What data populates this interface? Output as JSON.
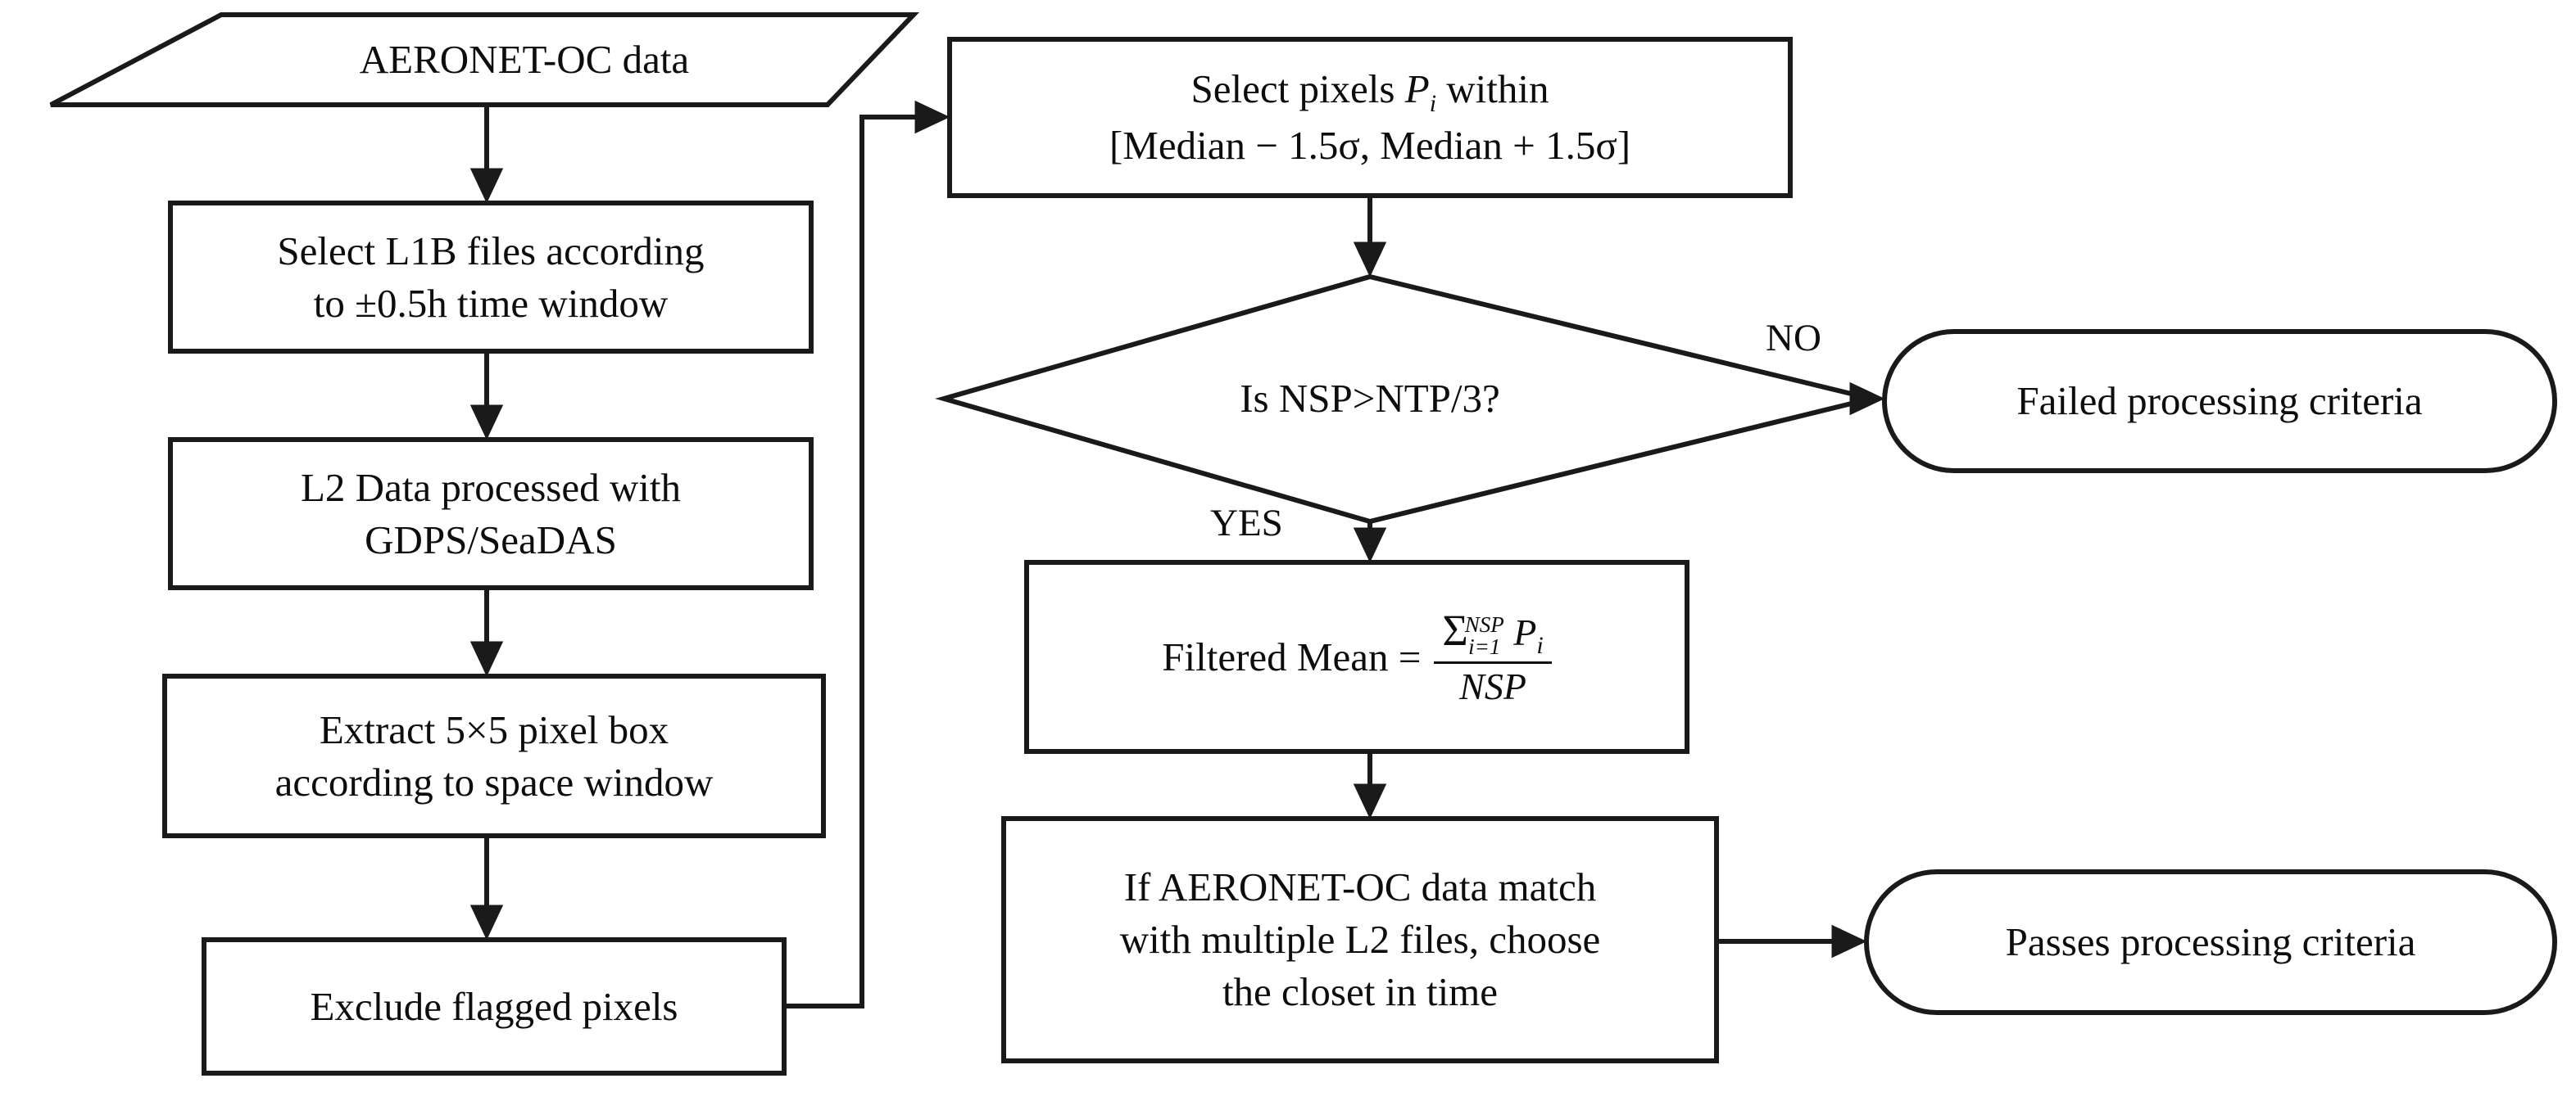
{
  "diagram": {
    "title": "AERONET-OC satellite match-up processing flowchart",
    "stroke_color": "#1a1a1a",
    "fill_color": "#ffffff",
    "nodes": {
      "input_data": {
        "shape": "parallelogram",
        "label": "AERONET-OC data"
      },
      "select_l1b": {
        "shape": "process",
        "label": "Select L1B files according\nto ±0.5h time window"
      },
      "l2_process": {
        "shape": "process",
        "label": "L2 Data processed with\nGDPS/SeaDAS"
      },
      "extract_box": {
        "shape": "process",
        "label": "Extract 5×5 pixel box\naccording to space window"
      },
      "exclude_flagged": {
        "shape": "process",
        "label": "Exclude flagged pixels"
      },
      "select_pixels": {
        "shape": "process",
        "line1_pre": "Select pixels ",
        "line1_var": "P",
        "line1_sub": "i",
        "line1_post": " within",
        "line2": "[Median − 1.5σ, Median + 1.5σ]"
      },
      "decision": {
        "shape": "diamond",
        "label": "Is NSP>NTP/3?"
      },
      "filtered_mean": {
        "shape": "process",
        "lhs": "Filtered Mean  = ",
        "sigma": "Σ",
        "sum_upper": "NSP",
        "sum_lower": "i=1",
        "numerator_term": "P",
        "numerator_sub": "i",
        "denominator": "NSP"
      },
      "multi_match": {
        "shape": "process",
        "label": "If AERONET-OC data match\nwith multiple L2 files, choose\nthe closet in time"
      },
      "failed": {
        "shape": "terminator",
        "label": "Failed processing criteria"
      },
      "passed": {
        "shape": "terminator",
        "label": "Passes processing criteria"
      }
    },
    "edge_labels": {
      "no": "NO",
      "yes": "YES"
    }
  }
}
